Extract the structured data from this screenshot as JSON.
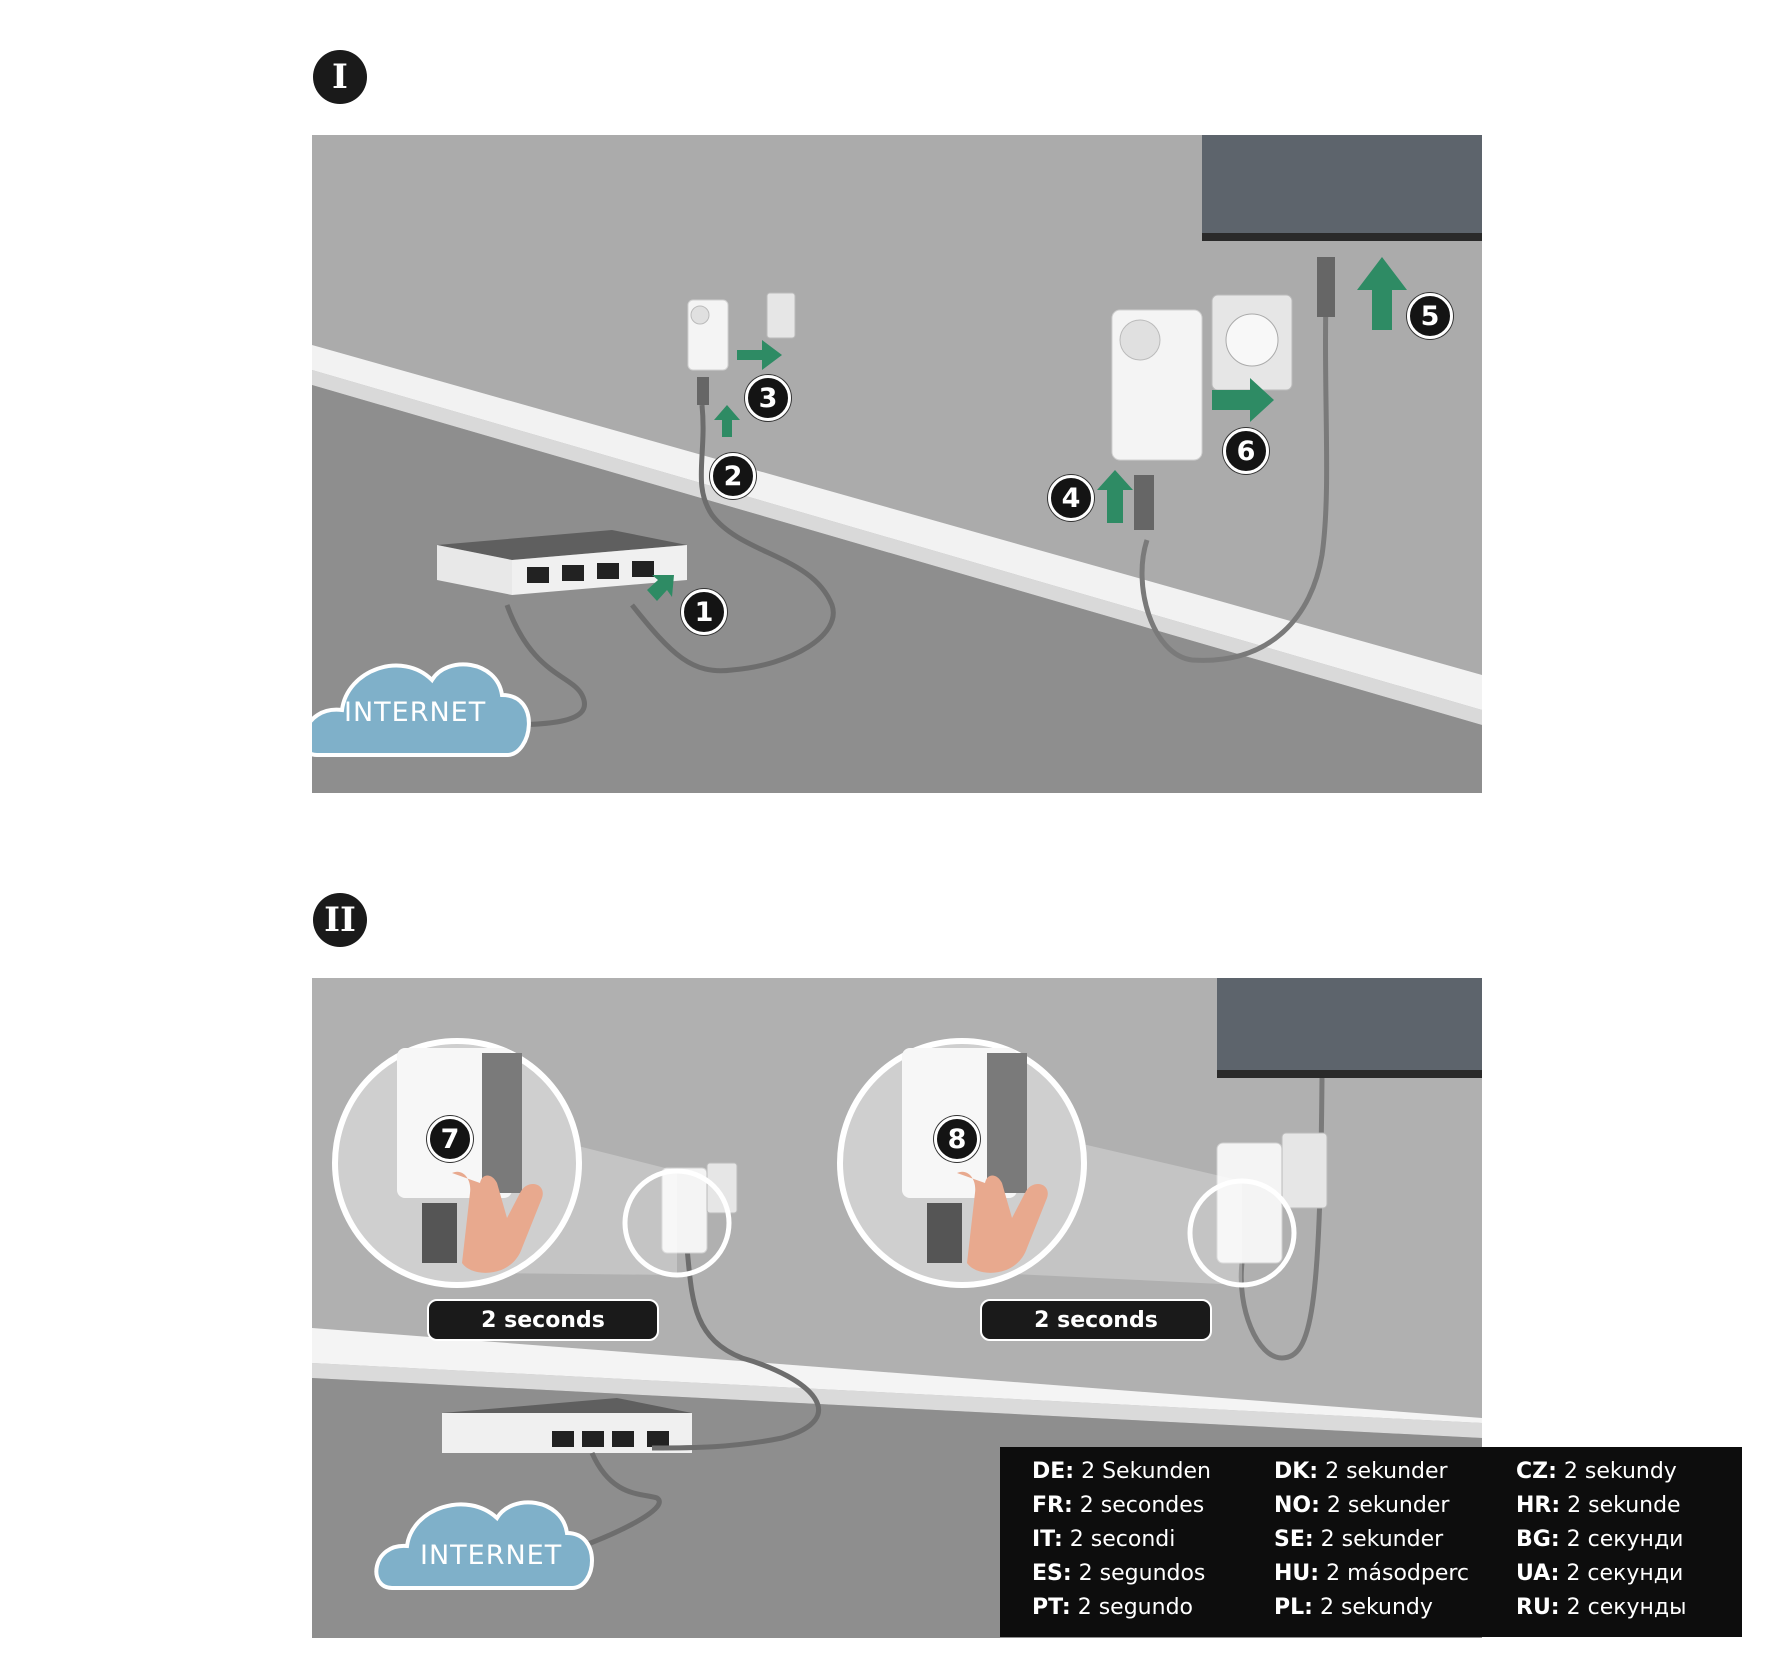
{
  "sections": [
    {
      "numeral": "I"
    },
    {
      "numeral": "II"
    }
  ],
  "steps": [
    "1",
    "2",
    "3",
    "4",
    "5",
    "6",
    "7",
    "8"
  ],
  "internet_label": "INTERNET",
  "seconds_label": "2 seconds",
  "colors": {
    "wall": "#a9a9a9",
    "floor": "#8c8c8c",
    "baseboard": "#f2f2f2",
    "arrow": "#2e8b64",
    "cloud": "#7fb0c9",
    "tv": "#5d646c",
    "badge": "#141414"
  },
  "translations": [
    {
      "code": "DE:",
      "text": "2 Sekunden"
    },
    {
      "code": "DK:",
      "text": "2 sekunder"
    },
    {
      "code": "CZ:",
      "text": "2 sekundy"
    },
    {
      "code": "FR:",
      "text": "2 secondes"
    },
    {
      "code": "NO:",
      "text": "2 sekunder"
    },
    {
      "code": "HR:",
      "text": "2 sekunde"
    },
    {
      "code": "IT:",
      "text": "2 secondi"
    },
    {
      "code": "SE:",
      "text": "2 sekunder"
    },
    {
      "code": "BG:",
      "text": "2 секунди"
    },
    {
      "code": "ES:",
      "text": "2 segundos"
    },
    {
      "code": "HU:",
      "text": "2 másodperc"
    },
    {
      "code": "UA:",
      "text": "2 секунди"
    },
    {
      "code": "PT:",
      "text": "2 segundo"
    },
    {
      "code": "PL:",
      "text": "2 sekundy"
    },
    {
      "code": "RU:",
      "text": "2 секунды"
    }
  ]
}
